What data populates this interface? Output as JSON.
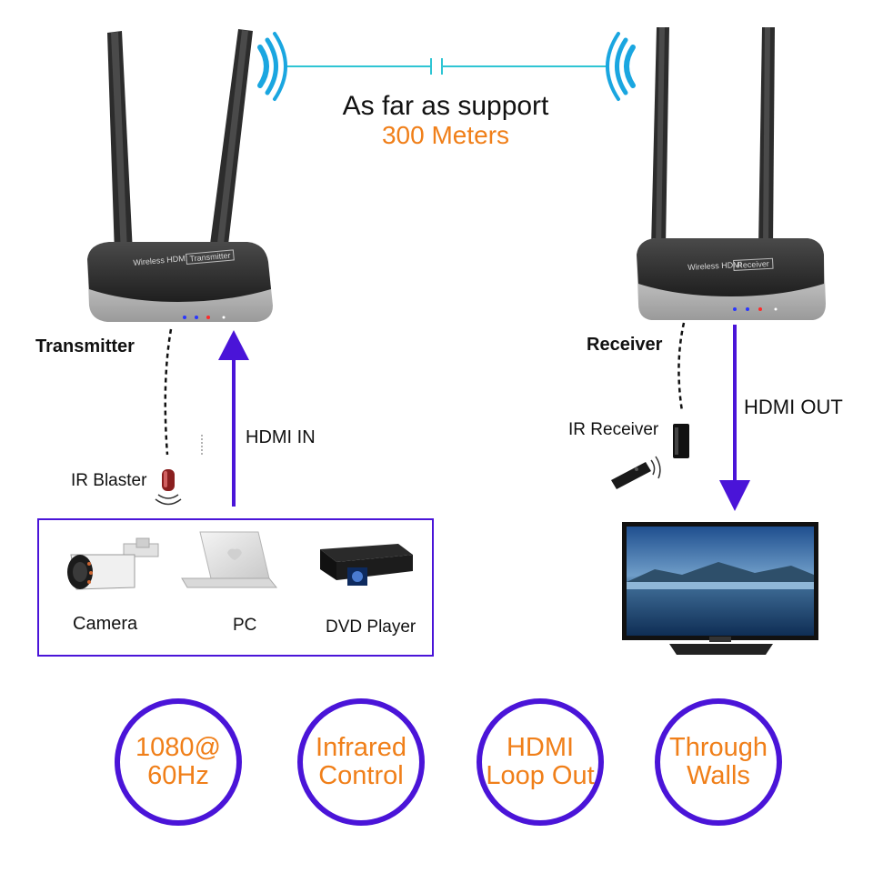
{
  "range": {
    "line1": "As far as support",
    "line2": "300 Meters"
  },
  "transmitter": {
    "label": "Transmitter",
    "brand": "Wireless HDMI",
    "mode": "Transmitter"
  },
  "receiver": {
    "label": "Receiver",
    "brand": "Wireless HDMI",
    "mode": "Receiver"
  },
  "ir_blaster": {
    "label": "IR Blaster"
  },
  "ir_receiver": {
    "label": "IR Receiver"
  },
  "hdmi_in": {
    "label": "HDMI IN"
  },
  "hdmi_out": {
    "label": "HDMI OUT"
  },
  "sources": [
    {
      "label": "Camera",
      "icon": "camera-icon"
    },
    {
      "label": "PC",
      "icon": "laptop-icon"
    },
    {
      "label": "DVD Player",
      "icon": "dvd-player-icon"
    }
  ],
  "features": [
    {
      "label": "1080@\n60Hz"
    },
    {
      "label": "Infrared\nControl"
    },
    {
      "label": "HDMI\nLoop Out"
    },
    {
      "label": "Through\nWalls"
    }
  ],
  "colors": {
    "accent_purple": "#4a14d8",
    "accent_orange": "#f07f19",
    "signal_cyan": "#2fc5d4"
  }
}
